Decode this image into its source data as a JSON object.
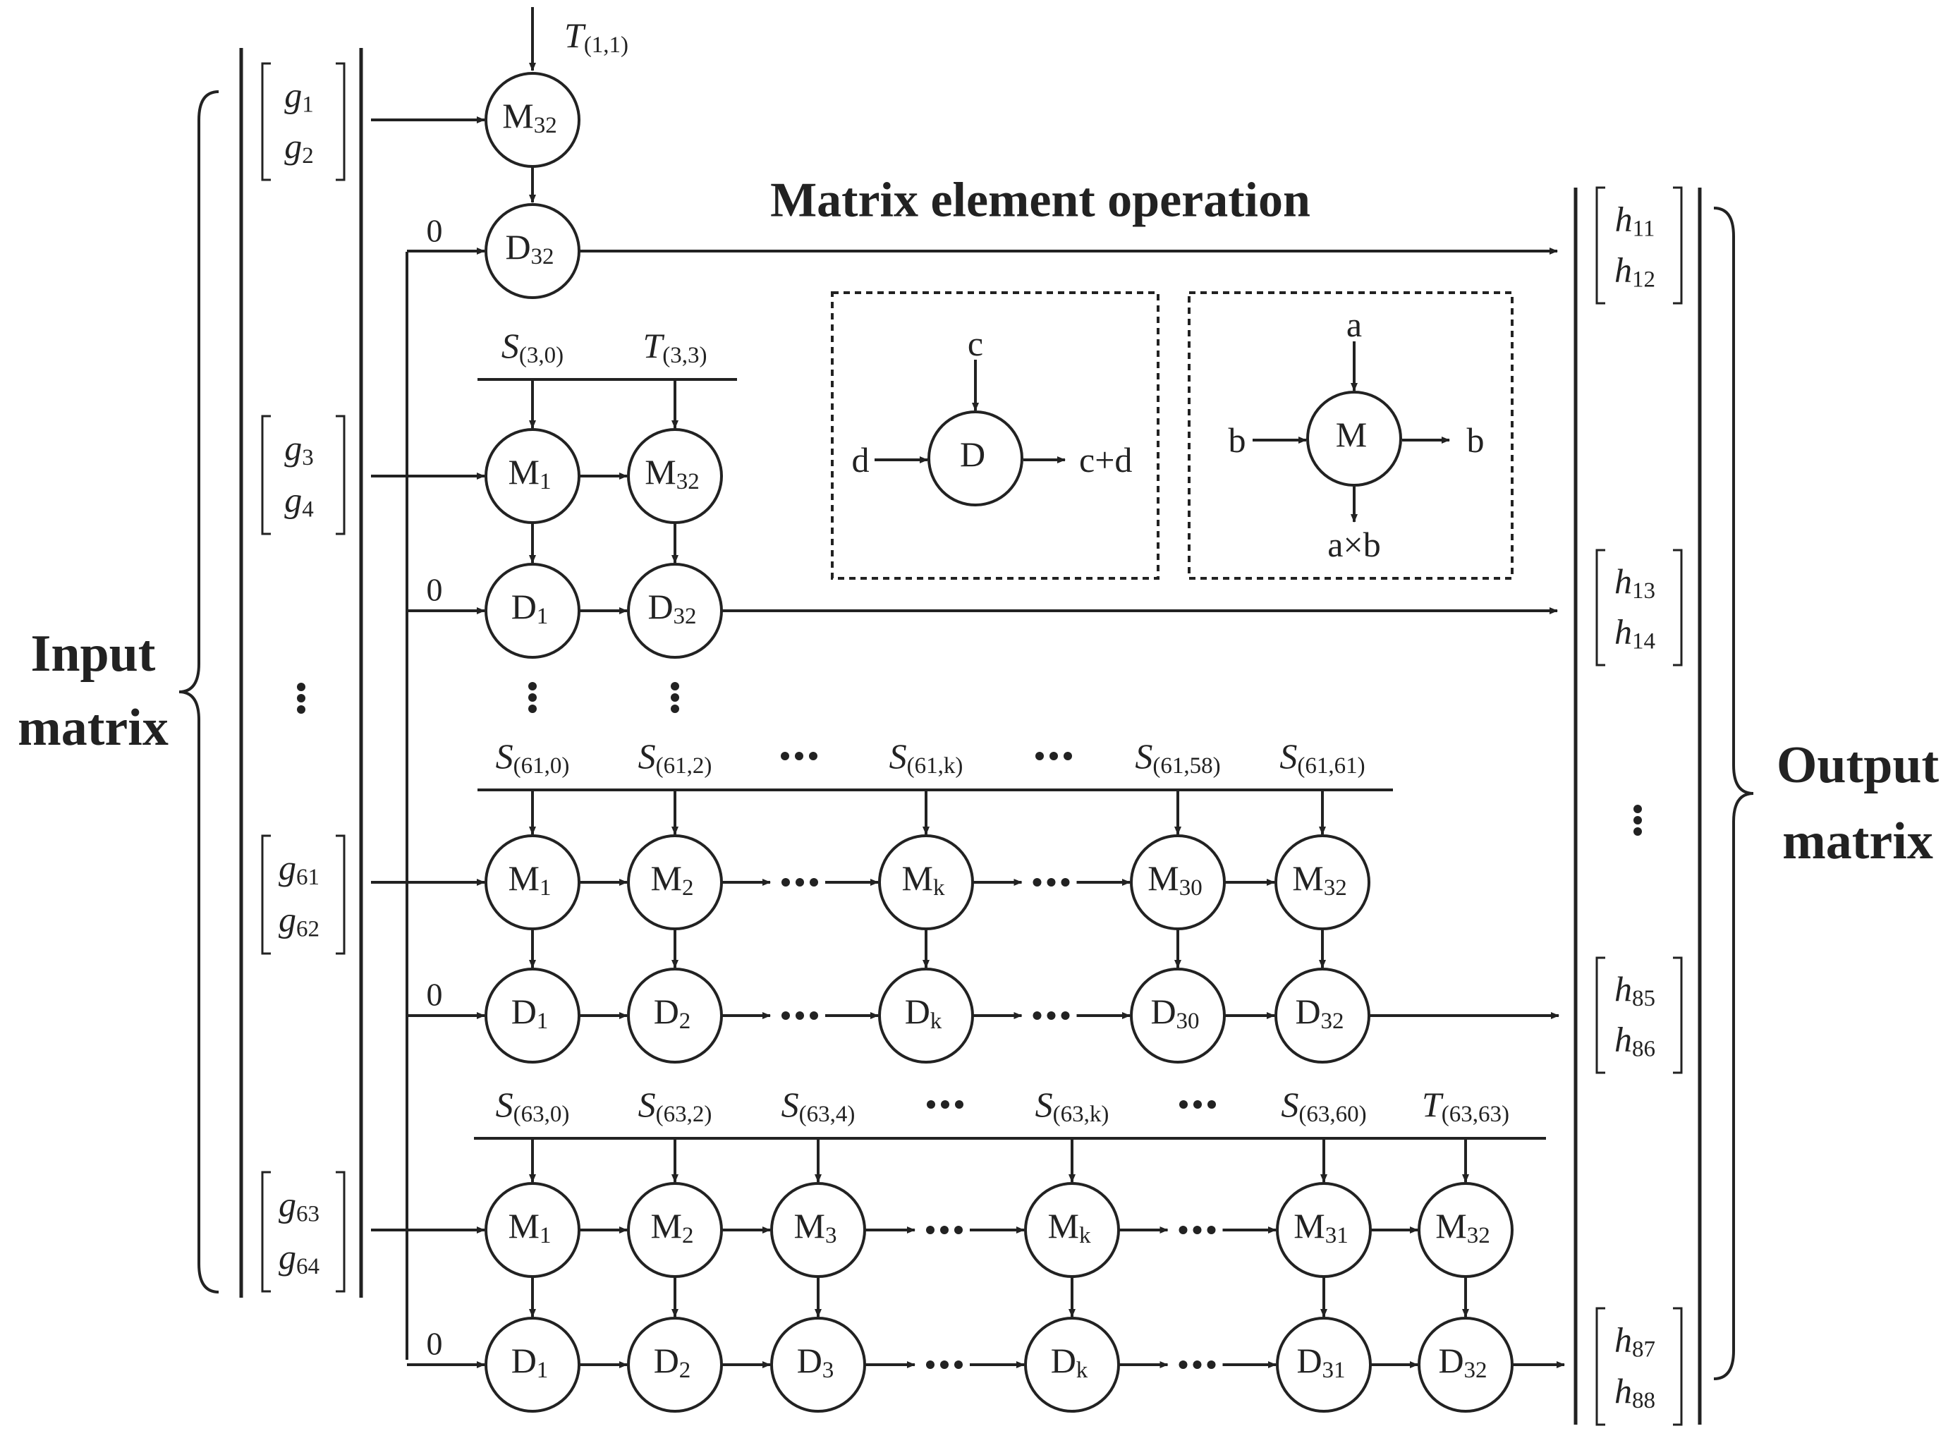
{
  "diagram": {
    "title": "Matrix element operation",
    "input_label": [
      "Input",
      "matrix"
    ],
    "output_label": [
      "Output",
      "matrix"
    ],
    "zero": "0",
    "top_input": {
      "sym": "T",
      "sub": "(1,1)"
    },
    "input_vectors": [
      [
        {
          "sym": "g",
          "sub": "1"
        },
        {
          "sym": "g",
          "sub": "2"
        }
      ],
      [
        {
          "sym": "g",
          "sub": "3"
        },
        {
          "sym": "g",
          "sub": "4"
        }
      ],
      [
        {
          "sym": "g",
          "sub": "61"
        },
        {
          "sym": "g",
          "sub": "62"
        }
      ],
      [
        {
          "sym": "g",
          "sub": "63"
        },
        {
          "sym": "g",
          "sub": "64"
        }
      ]
    ],
    "output_vectors": [
      [
        {
          "sym": "h",
          "sub": "11"
        },
        {
          "sym": "h",
          "sub": "12"
        }
      ],
      [
        {
          "sym": "h",
          "sub": "13"
        },
        {
          "sym": "h",
          "sub": "14"
        }
      ],
      [
        {
          "sym": "h",
          "sub": "85"
        },
        {
          "sym": "h",
          "sub": "86"
        }
      ],
      [
        {
          "sym": "h",
          "sub": "87"
        },
        {
          "sym": "h",
          "sub": "88"
        }
      ]
    ],
    "block0": {
      "m_nodes": [
        {
          "sym": "M",
          "sub": "32"
        }
      ],
      "d_nodes": [
        {
          "sym": "D",
          "sub": "32"
        }
      ]
    },
    "block1": {
      "coeffs": [
        {
          "sym": "S",
          "sub": "(3,0)"
        },
        {
          "sym": "T",
          "sub": "(3,3)"
        }
      ],
      "m_nodes": [
        {
          "sym": "M",
          "sub": "1"
        },
        {
          "sym": "M",
          "sub": "32"
        }
      ],
      "d_nodes": [
        {
          "sym": "D",
          "sub": "1"
        },
        {
          "sym": "D",
          "sub": "32"
        }
      ]
    },
    "block2": {
      "coeffs": [
        {
          "sym": "S",
          "sub": "(61,0)"
        },
        {
          "sym": "S",
          "sub": "(61,2)"
        },
        {
          "sym": "S",
          "sub": "(61,k)"
        },
        {
          "sym": "S",
          "sub": "(61,58)"
        },
        {
          "sym": "S",
          "sub": "(61,61)"
        }
      ],
      "m_nodes": [
        {
          "sym": "M",
          "sub": "1"
        },
        {
          "sym": "M",
          "sub": "2"
        },
        {
          "sym": "M",
          "sub": "k"
        },
        {
          "sym": "M",
          "sub": "30"
        },
        {
          "sym": "M",
          "sub": "32"
        }
      ],
      "d_nodes": [
        {
          "sym": "D",
          "sub": "1"
        },
        {
          "sym": "D",
          "sub": "2"
        },
        {
          "sym": "D",
          "sub": "k"
        },
        {
          "sym": "D",
          "sub": "30"
        },
        {
          "sym": "D",
          "sub": "32"
        }
      ]
    },
    "block3": {
      "coeffs": [
        {
          "sym": "S",
          "sub": "(63,0)"
        },
        {
          "sym": "S",
          "sub": "(63,2)"
        },
        {
          "sym": "S",
          "sub": "(63,4)"
        },
        {
          "sym": "S",
          "sub": "(63,k)"
        },
        {
          "sym": "S",
          "sub": "(63,60)"
        },
        {
          "sym": "T",
          "sub": "(63,63)"
        }
      ],
      "m_nodes": [
        {
          "sym": "M",
          "sub": "1"
        },
        {
          "sym": "M",
          "sub": "2"
        },
        {
          "sym": "M",
          "sub": "3"
        },
        {
          "sym": "M",
          "sub": "k"
        },
        {
          "sym": "M",
          "sub": "31"
        },
        {
          "sym": "M",
          "sub": "32"
        }
      ],
      "d_nodes": [
        {
          "sym": "D",
          "sub": "1"
        },
        {
          "sym": "D",
          "sub": "2"
        },
        {
          "sym": "D",
          "sub": "3"
        },
        {
          "sym": "D",
          "sub": "k"
        },
        {
          "sym": "D",
          "sub": "31"
        },
        {
          "sym": "D",
          "sub": "32"
        }
      ]
    },
    "legend_d": {
      "node": "D",
      "top": "c",
      "left": "d",
      "right": "c+d"
    },
    "legend_m": {
      "node": "M",
      "top": "a",
      "left": "b",
      "right": "b",
      "bottom": "a×b"
    }
  }
}
